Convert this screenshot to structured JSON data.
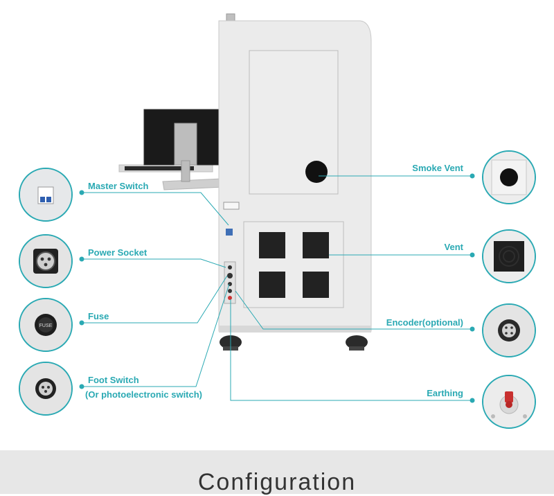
{
  "labels": {
    "master_switch": "Master Switch",
    "power_socket": "Power Socket",
    "fuse": "Fuse",
    "foot_switch": "Foot Switch",
    "foot_switch_note": "(Or photoelectronic switch)",
    "smoke_vent": "Smoke Vent",
    "vent": "Vent",
    "encoder": "Encoder(optional)",
    "earthing": "Earthing"
  },
  "fuse_text": "FUSE",
  "footer": {
    "title": "Configuration"
  },
  "colors": {
    "accent": "#2aa9b3",
    "machine": "#ebebeb",
    "footer_bg": "#e7e7e7"
  }
}
